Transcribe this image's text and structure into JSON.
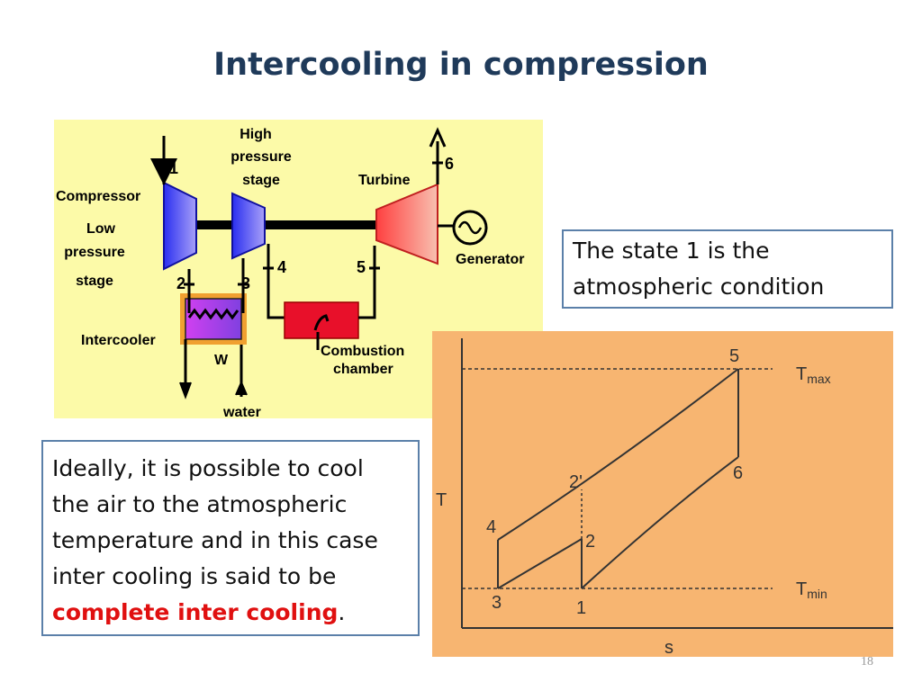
{
  "slide": {
    "title": "Intercooling in compression",
    "page_number": "18"
  },
  "schematic": {
    "labels": {
      "compressor": "Compressor",
      "low_pressure_1": "Low",
      "low_pressure_2": "pressure",
      "low_pressure_3": "stage",
      "high_pressure_1": "High",
      "high_pressure_2": "pressure",
      "high_pressure_3": "stage",
      "turbine": "Turbine",
      "generator": "Generator",
      "intercooler": "Intercooler",
      "combustion_1": "Combustion",
      "combustion_2": "chamber",
      "water": "water",
      "w": "W"
    },
    "states": {
      "s1": "1",
      "s2": "2",
      "s3": "3",
      "s4": "4",
      "s5": "5",
      "s6": "6"
    },
    "colors": {
      "background": "#fcfaa8",
      "compressor": "#4a4df0",
      "turbine": "#f07070",
      "combustion": "#e8102a",
      "intercooler": "#c040e0"
    }
  },
  "ts_diagram": {
    "axis_y_label": "T",
    "axis_x_label": "s",
    "tmax": "T",
    "tmax_sub": "max",
    "tmin": "T",
    "tmin_sub": "min",
    "point_labels": {
      "p1": "1",
      "p2": "2",
      "p2prime": "2'",
      "p3": "3",
      "p4": "4",
      "p5": "5",
      "p6": "6"
    },
    "colors": {
      "background": "#f7b571",
      "line": "#333333"
    }
  },
  "textboxes": {
    "state_line1": "The state 1 is the",
    "state_line2": "atmospheric condition",
    "ideal_line1": "Ideally, it is possible to cool",
    "ideal_line2": "the air to the atmospheric",
    "ideal_line3": "temperature and in this case",
    "ideal_line4": "inter cooling is said to be",
    "ideal_red": "complete inter cooling",
    "ideal_period": "."
  }
}
